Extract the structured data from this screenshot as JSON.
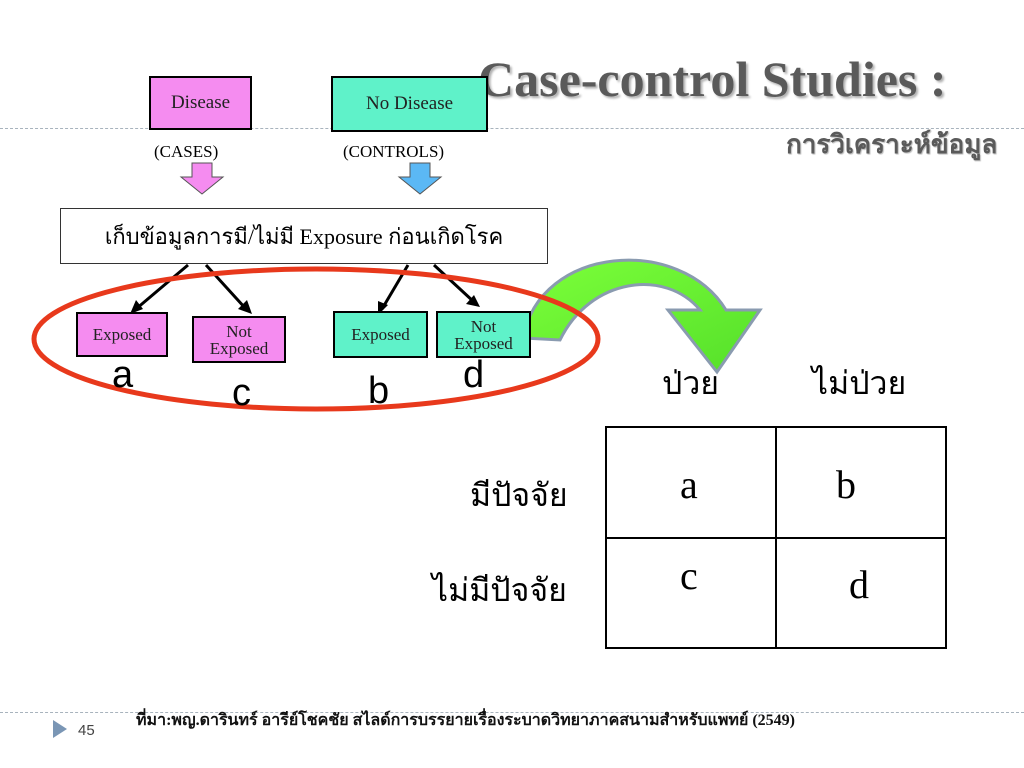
{
  "slide": {
    "title": "Case-control Studies :",
    "subtitle": "การวิเคราะห์ข้อมูล",
    "page_number": "45",
    "source": "ที่มา:พญ.ดารินทร์ อารีย์โชคชัย สไลด์การบรรยายเรื่องระบาดวิทยาภาคสนามสำหรับแพทย์ (2549)"
  },
  "diagram": {
    "disease_box": "Disease",
    "cases_label": "(CASES)",
    "no_disease_box": "No Disease",
    "controls_label": "(CONTROLS)",
    "collect_box": "เก็บข้อมูลการมี/ไม่มี Exposure ก่อนเกิดโรค",
    "exposed_cases": "Exposed",
    "not_exposed_cases_line1": "Not",
    "not_exposed_cases_line2": "Exposed",
    "exposed_controls": "Exposed",
    "not_exposed_controls_line1": "Not",
    "not_exposed_controls_line2": "Exposed",
    "letters": {
      "a": "a",
      "c": "c",
      "b": "b",
      "d": "d"
    }
  },
  "table": {
    "col_sick": "ป่วย",
    "col_not_sick": "ไม่ป่วย",
    "row_factor": "มีปัจจัย",
    "row_no_factor": "ไม่มีปัจจัย",
    "cells": {
      "a": "a",
      "b": "b",
      "c": "c",
      "d": "d"
    }
  },
  "colors": {
    "cases": "#f58cf0",
    "controls": "#5ff2c9",
    "ellipse": "#e8391c",
    "curved_arrow": "#66ee33",
    "title": "#5a5a5a"
  }
}
